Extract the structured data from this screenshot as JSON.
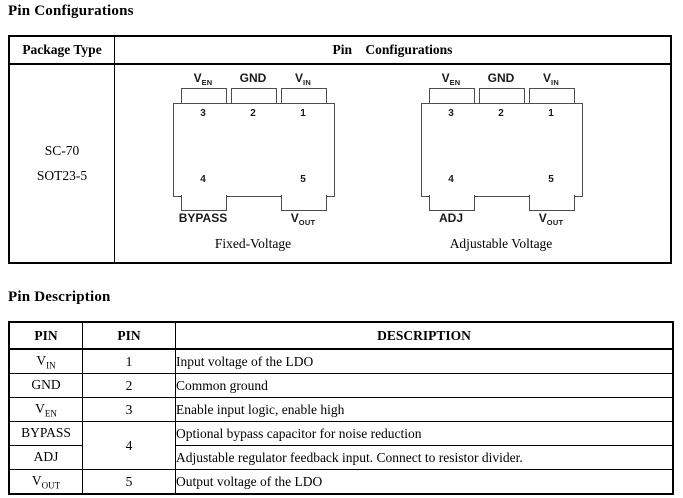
{
  "sections": {
    "pin_configurations_title": "Pin Configurations",
    "pin_description_title": "Pin Description"
  },
  "config_table": {
    "col1_header": "Package Type",
    "col2_header": "Pin Configurations",
    "package_types": {
      "line1": "SC-70",
      "line2": "SOT23-5"
    },
    "chips": [
      {
        "caption": "Fixed-Voltage",
        "top_pins": [
          {
            "label_base": "V",
            "label_sub": "EN",
            "number": "3"
          },
          {
            "label_base": "GND",
            "label_sub": "",
            "number": "2"
          },
          {
            "label_base": "V",
            "label_sub": "IN",
            "number": "1"
          }
        ],
        "bottom_pins": [
          {
            "label_base": "BYPASS",
            "label_sub": "",
            "number": "4"
          },
          {
            "label_base": "V",
            "label_sub": "OUT",
            "number": "5"
          }
        ]
      },
      {
        "caption": "Adjustable Voltage",
        "top_pins": [
          {
            "label_base": "V",
            "label_sub": "EN",
            "number": "3"
          },
          {
            "label_base": "GND",
            "label_sub": "",
            "number": "2"
          },
          {
            "label_base": "V",
            "label_sub": "IN",
            "number": "1"
          }
        ],
        "bottom_pins": [
          {
            "label_base": "ADJ",
            "label_sub": "",
            "number": "4"
          },
          {
            "label_base": "V",
            "label_sub": "OUT",
            "number": "5"
          }
        ]
      }
    ]
  },
  "pin_table": {
    "headers": [
      "PIN",
      "PIN",
      "DESCRIPTION"
    ],
    "rows": [
      {
        "name_base": "V",
        "name_sub": "IN",
        "pin": "1",
        "desc": "Input voltage of the LDO"
      },
      {
        "name_base": "GND",
        "name_sub": "",
        "pin": "2",
        "desc": "Common ground"
      },
      {
        "name_base": "V",
        "name_sub": "EN",
        "pin": "3",
        "desc": "Enable input logic, enable high"
      },
      {
        "name_base": "BYPASS",
        "name_sub": "",
        "pin": "4",
        "desc": "Optional bypass capacitor for noise reduction"
      },
      {
        "name_base": "ADJ",
        "name_sub": "",
        "pin": "4",
        "desc": "Adjustable regulator feedback input. Connect to resistor divider."
      },
      {
        "name_base": "V",
        "name_sub": "OUT",
        "pin": "5",
        "desc": "Output voltage of the LDO"
      }
    ]
  }
}
